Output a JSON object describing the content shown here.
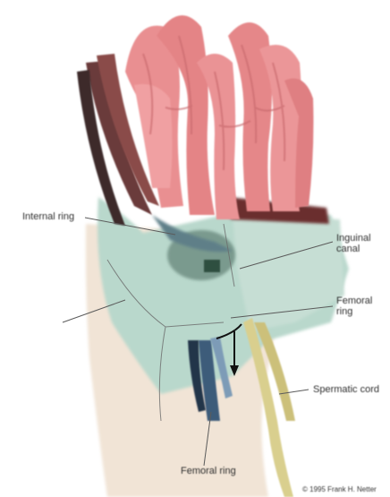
{
  "labels": {
    "internal_ring": "Internal ring",
    "inguinal_canal": "Inguinal canal",
    "femoral_ring": "Femoral ring",
    "spermatic_cord": "Spermatic cord",
    "femoral_ring_bottom": "Femoral ring"
  },
  "copyright": "© 1995 Frank H. Netter",
  "colors": {
    "intestine": "#e98f91",
    "intestine_dark": "#c96a6e",
    "fascia": "#b9d8cc",
    "skin": "#f1e4d6",
    "muscle": "#6b3a3a",
    "cord": "#d9cf8e",
    "vessel": "#3c5c7a"
  }
}
